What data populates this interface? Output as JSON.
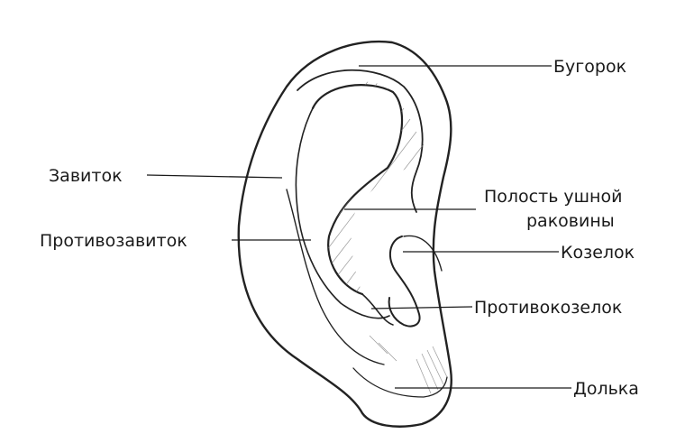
{
  "labels": {
    "tubercle": "Бугорок",
    "helix": "Завиток",
    "antihelix": "Противозавиток",
    "concha_line1": "Полость ушной",
    "concha_line2": "раковины",
    "tragus": "Козелок",
    "antitragus": "Противокозелок",
    "lobule": "Долька"
  },
  "colors": {
    "ink": "#1a1a1a",
    "background": "#ffffff"
  }
}
